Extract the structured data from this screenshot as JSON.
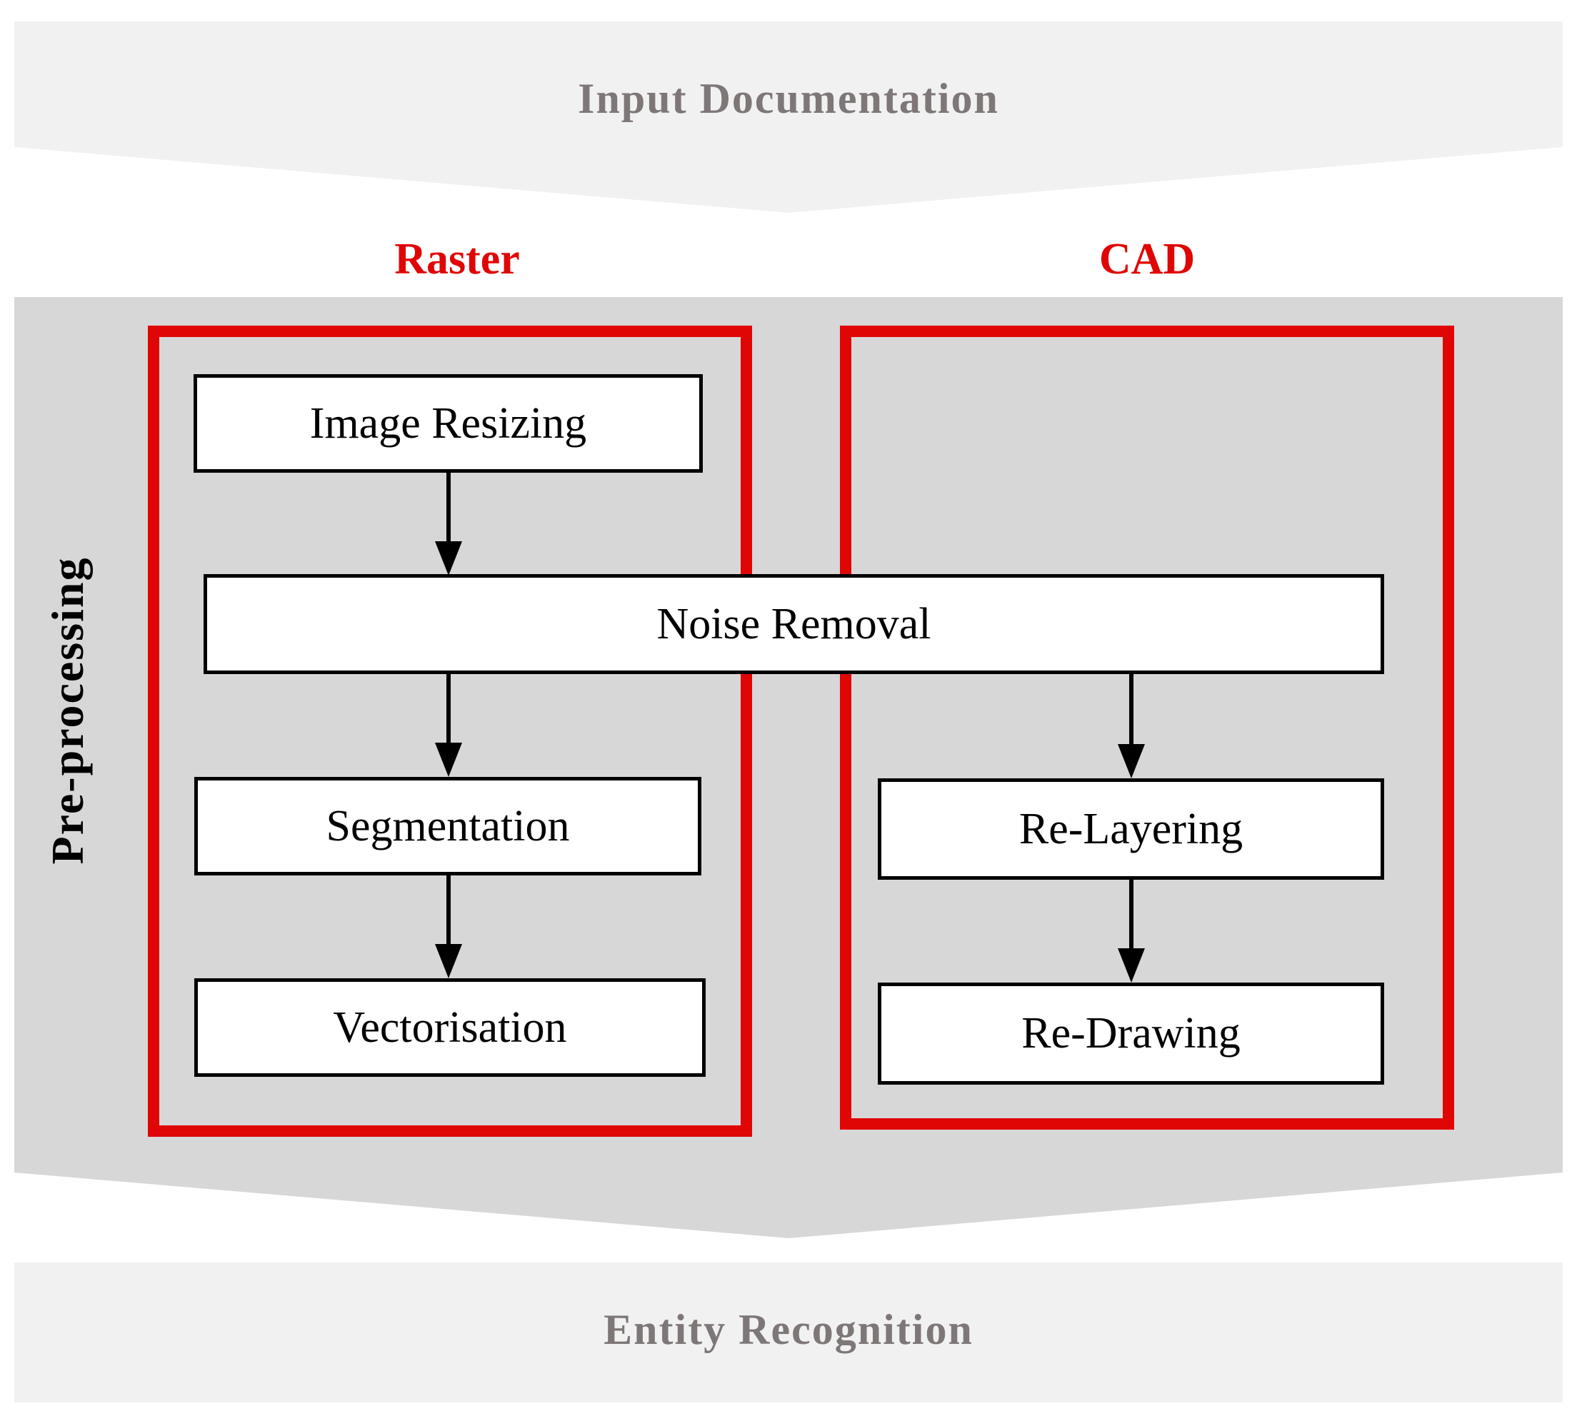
{
  "figure": {
    "top_band": {
      "label": "Input Documentation"
    },
    "branches": {
      "raster_label": "Raster",
      "cad_label": "CAD"
    },
    "side_label": "Pre-processing",
    "nodes": {
      "image_resizing": "Image Resizing",
      "noise_removal": "Noise Removal",
      "segmentation": "Segmentation",
      "vectorisation": "Vectorisation",
      "re_layering": "Re-Layering",
      "re_drawing": "Re-Drawing"
    },
    "bottom_band": {
      "label": "Entity Recognition"
    },
    "colors": {
      "accent_red": "#e00606",
      "band_light": "#f2f1f1",
      "band_dark": "#d8d7d7",
      "band_text": "#7e7777",
      "node_border": "#000000",
      "node_fill": "#ffffff",
      "arrow": "#000000"
    }
  }
}
